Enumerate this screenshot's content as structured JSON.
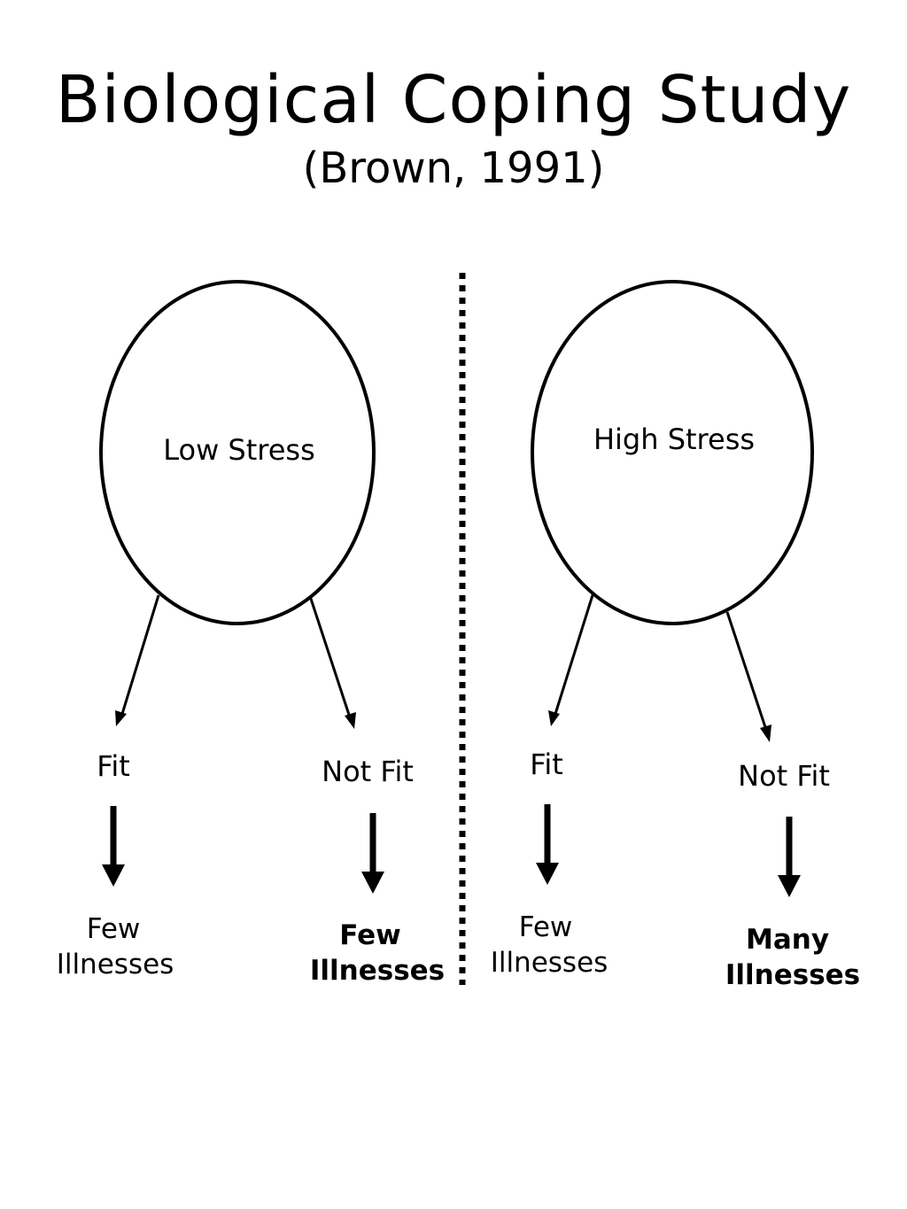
{
  "title": "Biological Coping Study",
  "subtitle": "(Brown, 1991)",
  "groups": [
    {
      "label": "Low Stress",
      "branches": [
        {
          "label": "Fit",
          "outcome_line1": "Few",
          "outcome_line2": "Illnesses",
          "outcome_bold": false
        },
        {
          "label": "Not Fit",
          "outcome_line1": "Few",
          "outcome_line2": "Illnesses",
          "outcome_bold": true
        }
      ]
    },
    {
      "label": "High Stress",
      "branches": [
        {
          "label": "Fit",
          "outcome_line1": "Few",
          "outcome_line2": "Illnesses",
          "outcome_bold": false
        },
        {
          "label": "Not Fit",
          "outcome_line1": "Many",
          "outcome_line2": "Illnesses",
          "outcome_bold": true
        }
      ]
    }
  ],
  "colors": {
    "stroke": "#000000",
    "background": "#ffffff"
  }
}
